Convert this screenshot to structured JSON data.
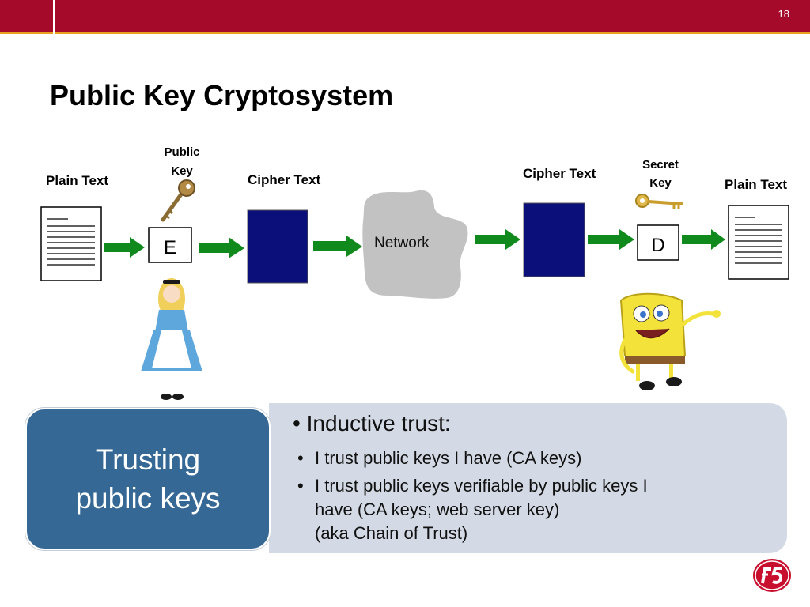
{
  "header": {
    "slide_number": "18"
  },
  "title": "Public Key Cryptosystem",
  "diagram": {
    "plain_text_left": "Plain Text",
    "public_key_line1": "Public",
    "public_key_line2": "Key",
    "cipher_text_left": "Cipher Text",
    "cipher_text_right": "Cipher Text",
    "secret_key_line1": "Secret",
    "secret_key_line2": "Key",
    "plain_text_right": "Plain Text",
    "encrypt_label": "E",
    "decrypt_label": "D",
    "network_label": "Network"
  },
  "trust_box": {
    "line1": "Trusting",
    "line2": "public keys"
  },
  "info": {
    "heading": "Inductive trust:",
    "items": [
      {
        "line1": "I trust public keys I have (CA keys)"
      },
      {
        "line1": "I trust public keys verifiable by public keys I",
        "line2": "have (CA keys; web server key)",
        "line3": "(aka Chain of Trust)"
      }
    ]
  },
  "colors": {
    "header_red": "#a50a2b",
    "header_accent": "#e8a11f",
    "arrow_green": "#118a1d",
    "cipher_navy": "#0b0f7a",
    "trust_blue": "#366896",
    "info_grey": "#d4dae5"
  }
}
